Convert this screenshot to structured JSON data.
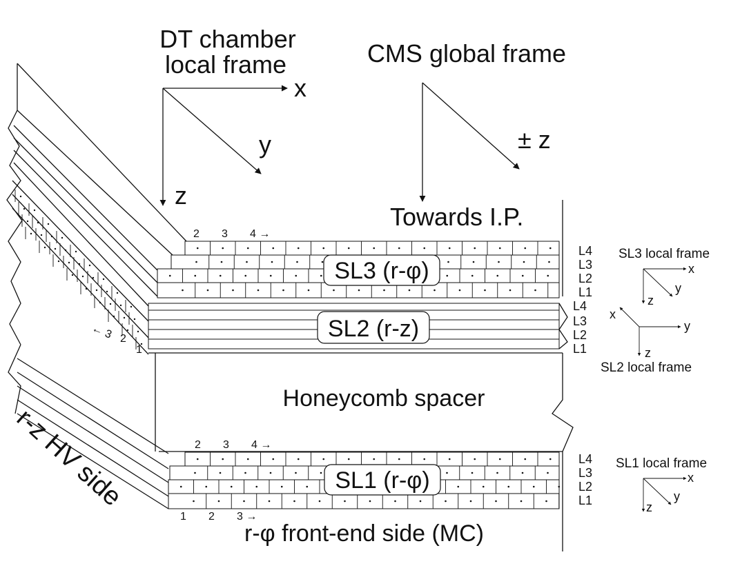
{
  "colors": {
    "ink": "#111111",
    "paper": "#ffffff"
  },
  "frames": {
    "dt_title_line1": "DT chamber",
    "dt_title_line2": "local frame",
    "dt_x": "x",
    "dt_y": "y",
    "dt_z": "z",
    "cms_title": "CMS global frame",
    "cms_pm_z": "± z",
    "cms_towards": "Towards I.P."
  },
  "superlayers": {
    "sl3": "SL3 (r-φ)",
    "sl2": "SL2 (r-z)",
    "sl1": "SL1 (r-φ)",
    "spacer": "Honeycomb spacer"
  },
  "layers": {
    "sl3": [
      "L4",
      "L3",
      "L2",
      "L1"
    ],
    "sl2": [
      "L4",
      "L3",
      "L2",
      "L1"
    ],
    "sl1": [
      "L4",
      "L3",
      "L2",
      "L1"
    ]
  },
  "cell_numbers": {
    "sl3_top": [
      "2",
      "3",
      "4 →"
    ],
    "sl1_top": [
      "2",
      "3",
      "4 →"
    ],
    "sl1_bottom": [
      "1",
      "2",
      "3 →"
    ],
    "sl2_side": [
      "← 3",
      "2",
      "1"
    ]
  },
  "local_frames": {
    "sl3_title": "SL3 local frame",
    "sl2_title": "SL2 local frame",
    "sl1_title": "SL1 local frame",
    "x": "x",
    "y": "y",
    "z": "z"
  },
  "side_labels": {
    "rz_hv": "r-z HV side",
    "rphi_fe": "r-φ front-end side (MC)"
  }
}
